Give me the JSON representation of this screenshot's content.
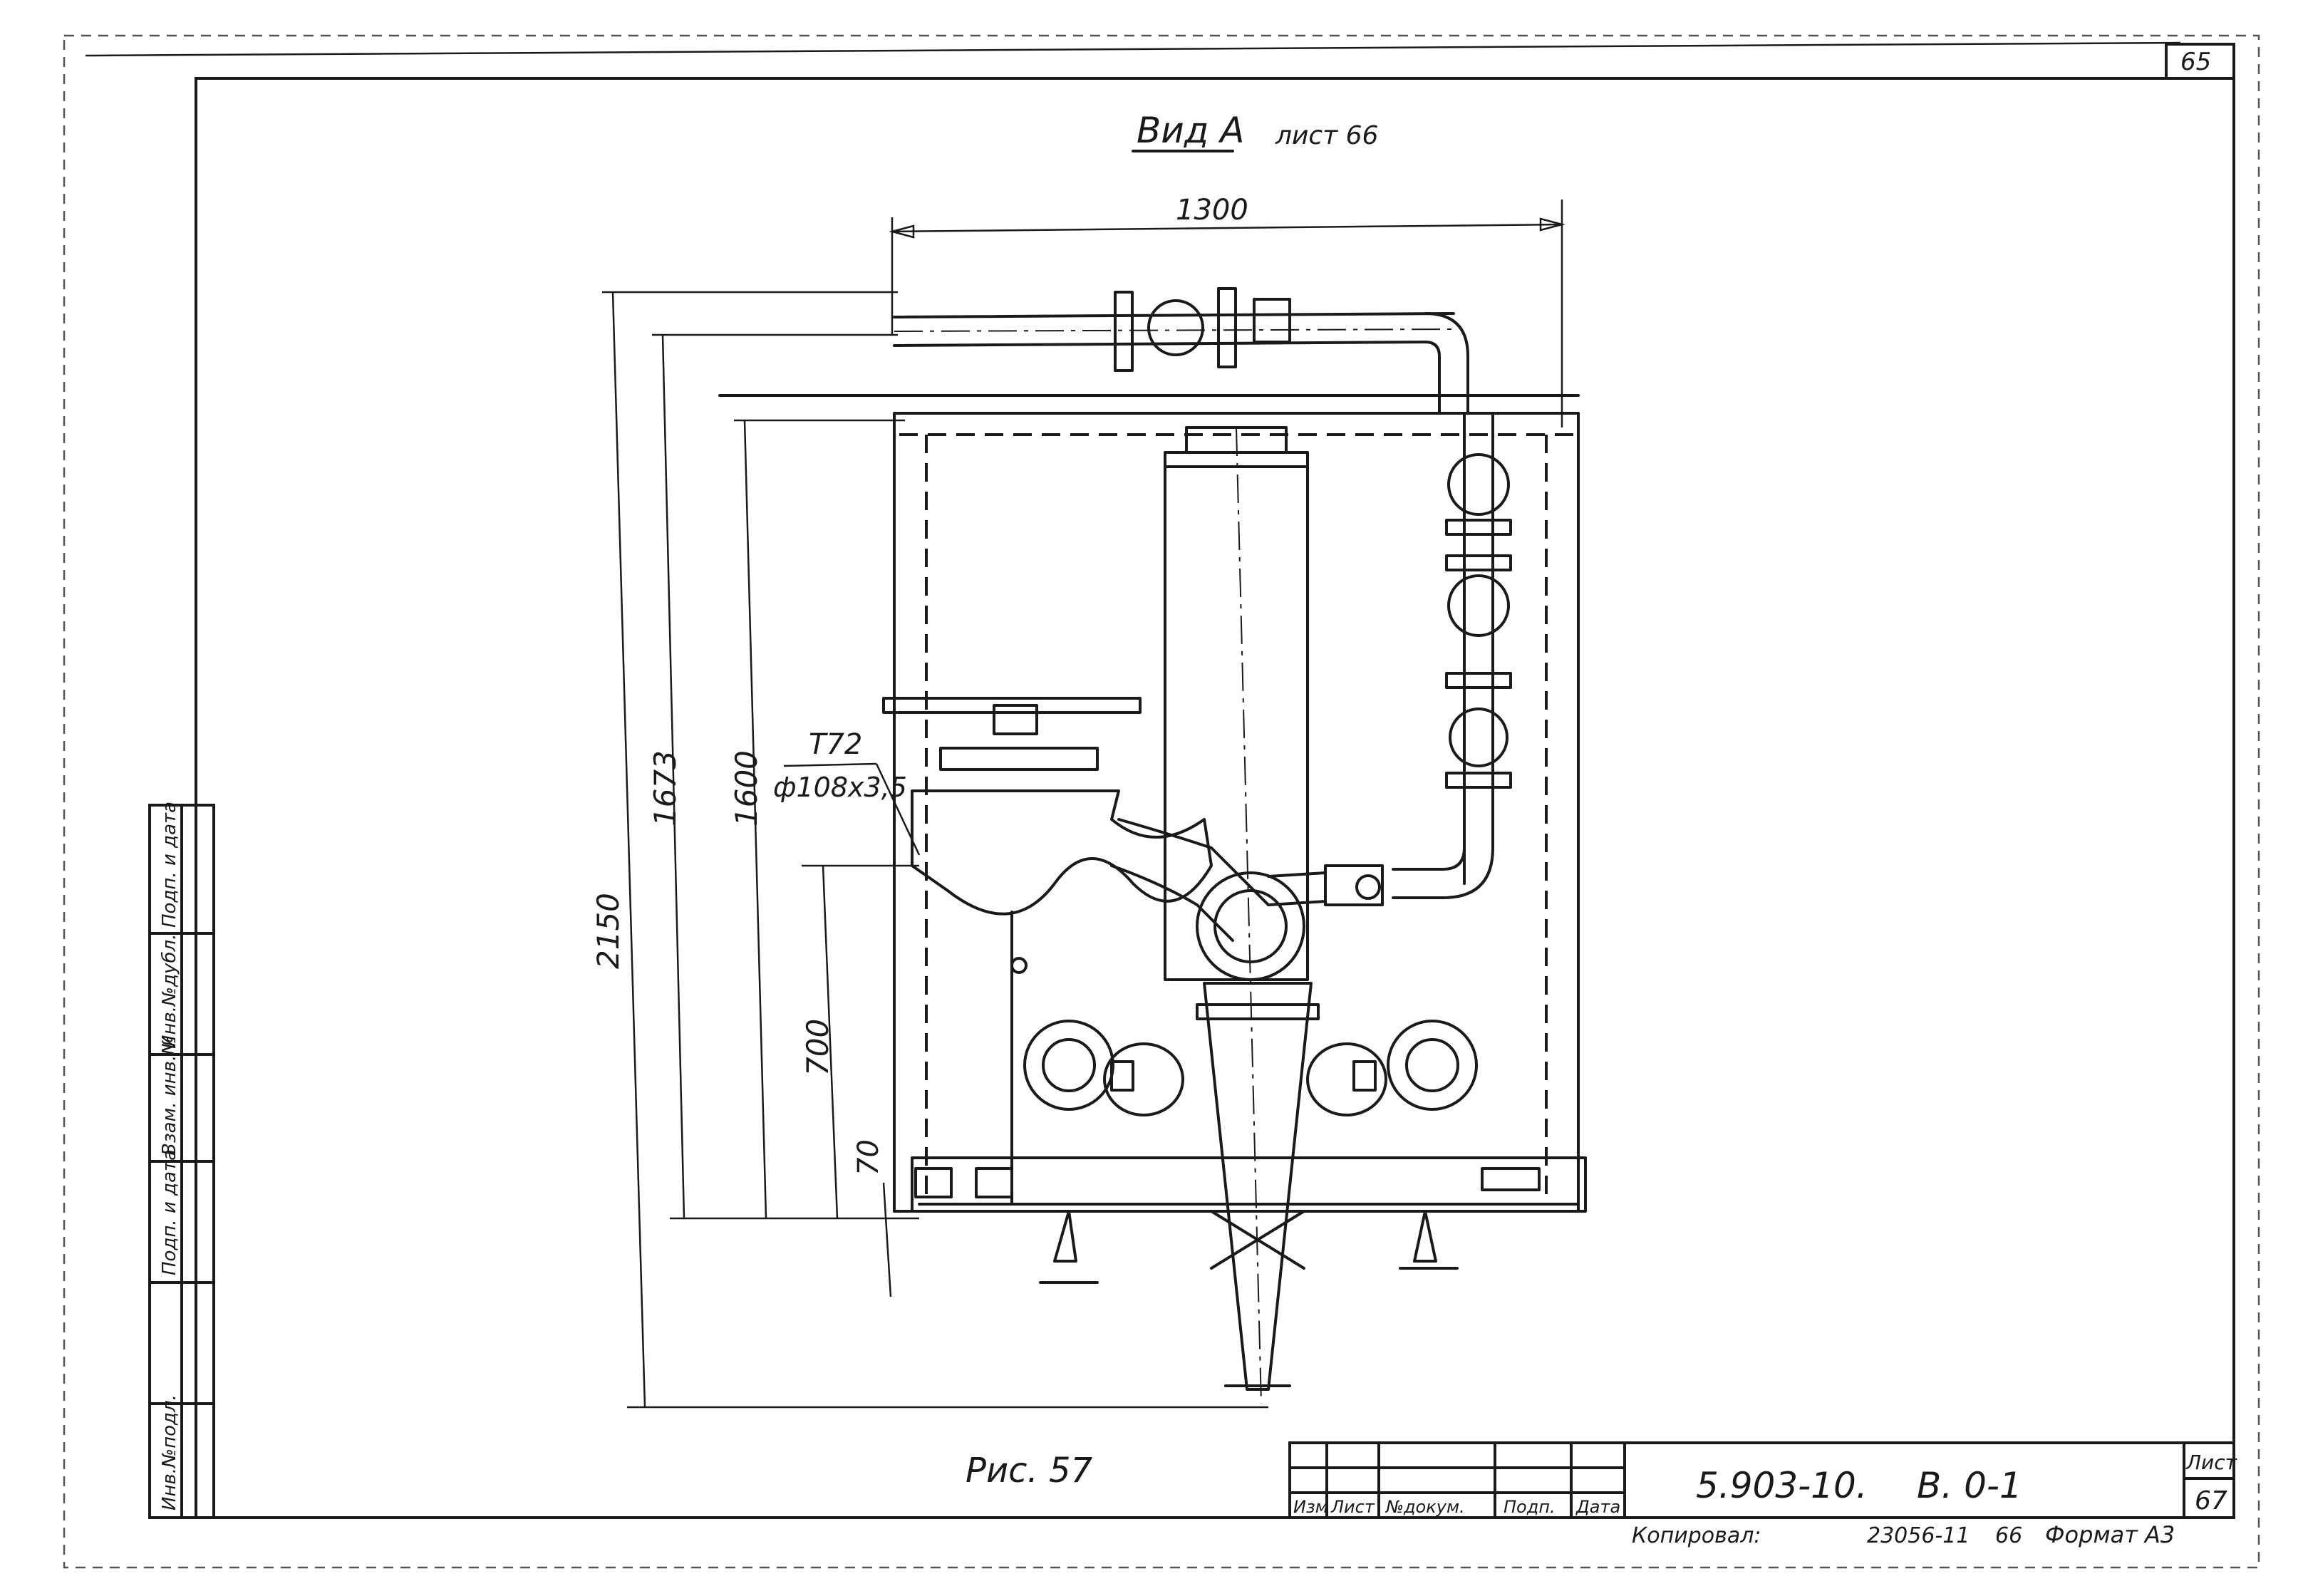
{
  "sheet": {
    "corner_number": "65",
    "view_title": "Вид А",
    "view_ref": "лист 66",
    "figure_label": "Рис. 57"
  },
  "dimensions": {
    "top_width": "1300",
    "height_total": "2150",
    "height_1673": "1673",
    "height_1600": "1600",
    "height_700": "700",
    "height_70": "70"
  },
  "callout": {
    "line1": "Т72",
    "line2": "ф108х3,5"
  },
  "side_stamp": {
    "cells": [
      "Инв.№подл.",
      "Подп. и дата",
      "Взам. инв.№",
      "Инв.№дубл.",
      "Подп. и дата"
    ]
  },
  "title_block": {
    "headers": [
      "Изм",
      "Лист",
      "№докум.",
      "Подп.",
      "Дата"
    ],
    "designation": "5.903-10.",
    "section": "В. 0-1",
    "sheet_label": "Лист",
    "sheet_number": "67"
  },
  "footer": {
    "copied": "Копировал:",
    "order": "23056-11",
    "order_suffix": "66",
    "format": "Формат А3"
  }
}
